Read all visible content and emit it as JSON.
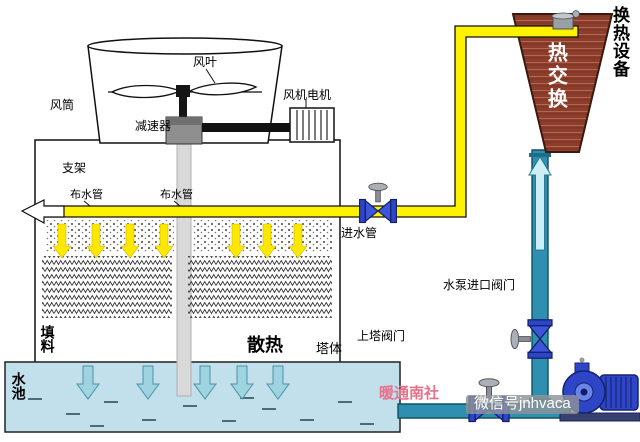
{
  "diagram": {
    "labels": {
      "fan_blade": "风叶",
      "fan_duct": "风筒",
      "fan_motor": "风机电机",
      "reducer": "减速器",
      "support_frame": "支架",
      "water_distribution_pipe_left": "布水管",
      "water_distribution_pipe_right": "布水管",
      "water_inlet_pipe": "进水管",
      "heat_exchange_unit": "换热设备",
      "heat_exchanger": "热交换",
      "pump_inlet_valve": "水泵进口阀门",
      "tower_inlet_valve": "上塔阀门",
      "fill_material": "填料",
      "heat_dissipation": "散热",
      "tower_body": "塔体",
      "water_basin": "水池"
    },
    "watermarks": {
      "publisher": "暖通南社",
      "wechat_id": "微信号jnhvaca"
    },
    "colors": {
      "hot_water_pipe": "#fff200",
      "cold_water_pipe": "#2f8fb0",
      "heat_exchanger_body": "#8a3c2c",
      "basin_water": "#c2dfec",
      "equipment_blue": "#2f45c8",
      "watermark_pink": "#e8708a"
    }
  }
}
